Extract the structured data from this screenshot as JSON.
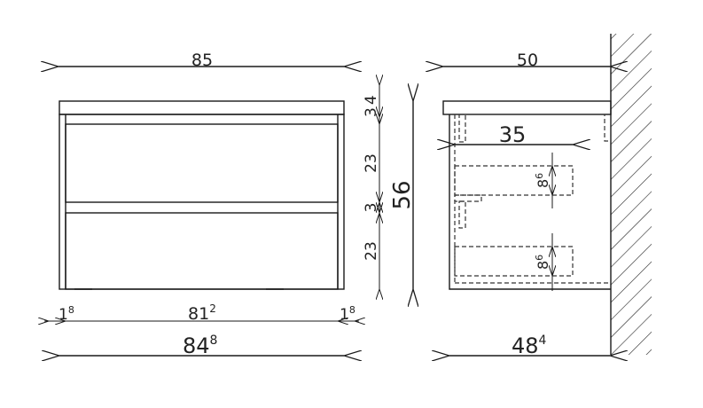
{
  "front_view": {
    "overall_width": "85",
    "height_top": "3",
    "height_top_sup": "4",
    "drawer1_height": "23",
    "gap_height": "3",
    "drawer2_height": "23",
    "total_height": "56",
    "side_left": "1",
    "side_left_sup": "8",
    "inner_width": "81",
    "inner_width_sup": "2",
    "side_right": "1",
    "side_right_sup": "8",
    "body_width": "84",
    "body_width_sup": "8"
  },
  "side_view": {
    "overall_depth": "50",
    "drawer_depth": "35",
    "drawer1_inner_height": "8",
    "drawer1_inner_height_sup": "6",
    "drawer2_inner_height": "8",
    "drawer2_inner_height_sup": "6",
    "body_depth": "48",
    "body_depth_sup": "4"
  }
}
